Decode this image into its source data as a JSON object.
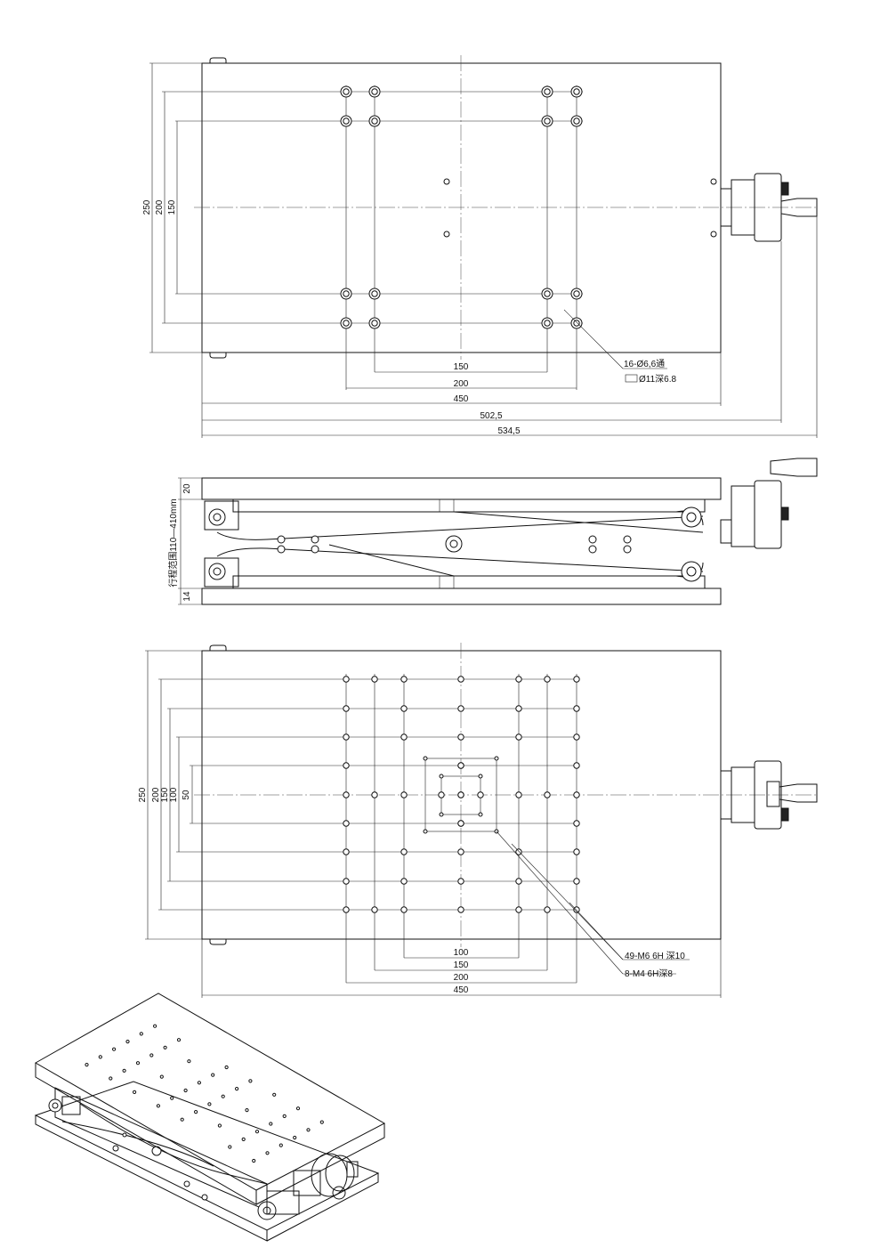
{
  "top_view": {
    "dims": {
      "h150": "150",
      "h200": "200",
      "h450": "450",
      "h502": "502,5",
      "h534": "534,5",
      "v250": "250",
      "v200": "200",
      "v150": "150"
    },
    "callout": {
      "line1": "16-Ø6,6通",
      "line2": "Ø11深6.8"
    }
  },
  "side_view": {
    "dims": {
      "top_plate": "20",
      "bottom_plate": "14",
      "stroke": "行程范围110—410mm"
    }
  },
  "bottom_view": {
    "dims": {
      "h100": "100",
      "h150": "150",
      "h200": "200",
      "h450": "450",
      "v250": "250",
      "v200": "200",
      "v150": "150",
      "v100": "100",
      "v50": "50"
    },
    "callouts": {
      "m6": "49-M6 6H 深10",
      "m4": "8-M4 6H深8"
    }
  }
}
